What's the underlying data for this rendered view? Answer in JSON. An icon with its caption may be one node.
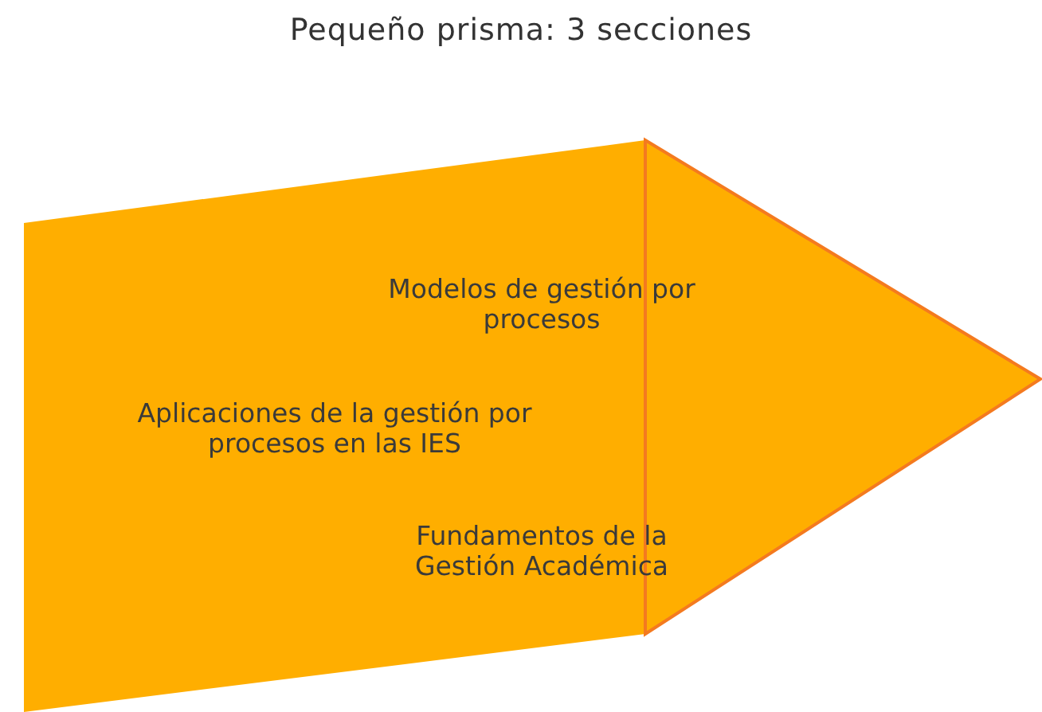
{
  "diagram": {
    "title": "Pequeño prisma: 3 secciones",
    "nodes": [
      {
        "text": [
          "Modelos de gestión por procesos",
          "Aplicaciones de la gestión por procesos en las IES",
          "Fundamentos de la Gestión Académica"
        ]
      }
    ]
  }
}
